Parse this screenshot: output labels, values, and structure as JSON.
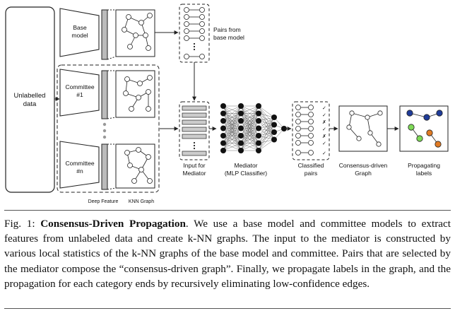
{
  "figure": {
    "unlabelled_data": [
      "Unlabelled",
      "data"
    ],
    "base_model": [
      "Base",
      "model"
    ],
    "committee_1": [
      "Committee",
      "#1"
    ],
    "committee_n": [
      "Committee",
      "#n"
    ],
    "pairs_from_base_model": [
      "Pairs from",
      "base model"
    ],
    "deep_feature": "Deep Feature",
    "knn_graph": "KNN Graph",
    "input_for_mediator": [
      "Input for",
      "Mediator"
    ],
    "mediator": [
      "Mediator",
      "(MLP Classifier)"
    ],
    "classified_pairs": [
      "Classified",
      "pairs"
    ],
    "consensus_driven_graph": [
      "Consensus-driven",
      "Graph"
    ],
    "propagating_labels": [
      "Propagating",
      "labels"
    ],
    "pair_checks": [
      "✓",
      "✓",
      "✗",
      "✓",
      "✗",
      "✓",
      "✓"
    ],
    "label_colors": [
      "#1f3c99",
      "#7ed957",
      "#e07b24"
    ]
  },
  "caption": {
    "fig_label": "Fig. 1: ",
    "title": "Consensus-Driven Propagation",
    "body": ". We use a base model and committee models to extract features from unlabeled data and create k-NN graphs. The input to the mediator is constructed by various local statistics of the k-NN graphs of the base model and committee. Pairs that are selected by the mediator compose the “consensus-driven graph”. Finally, we propagate labels in the graph, and the propagation for each category ends by recursively eliminating low-confidence edges."
  }
}
